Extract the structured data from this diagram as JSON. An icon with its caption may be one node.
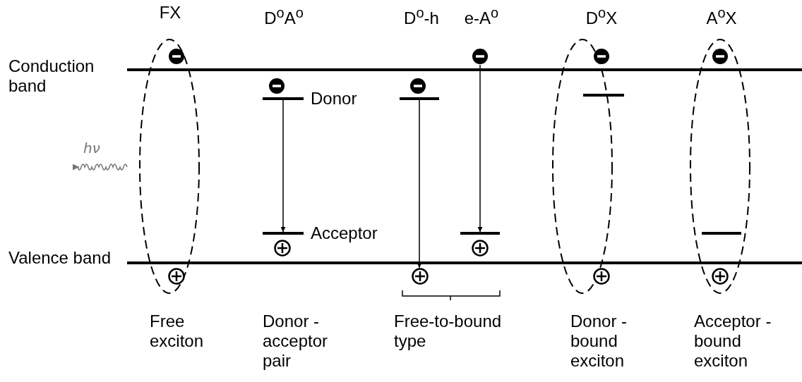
{
  "diagram": {
    "nodes": [
      {
        "text": [],
        "shape": "bar",
        "beside": [
          "Donor"
        ]
      },
      {
        "text": [],
        "shape": "bar",
        "beside": [
          "Acceptor"
        ]
      },
      {
        "text": [],
        "shape": "bar"
      },
      {
        "text": [],
        "shape": "circle"
      },
      {
        "text": [],
        "shape": "circle"
      },
      {
        "text": [],
        "shape": "bar"
      }
    ],
    "edges": [
      {
        "from": 0,
        "to": 1,
        "arrow": "to"
      },
      {
        "from": 2,
        "to": 3,
        "arrow": "to"
      },
      {
        "from": 4,
        "to": 5,
        "arrow": "to"
      }
    ],
    "labels": [
      "FX",
      "D$^{o}$A$^{o}$",
      "D$^{o}$-h",
      "e-A$^{o}$",
      "D$^{o}$X",
      "A$^{o}$X",
      "Conduction band",
      "hν",
      "Valence band",
      "Free exciton",
      "Donor -acceptor pair",
      "Free-to-bound type",
      "Donor -bound exciton",
      "Acceptor -bound exciton"
    ]
  }
}
